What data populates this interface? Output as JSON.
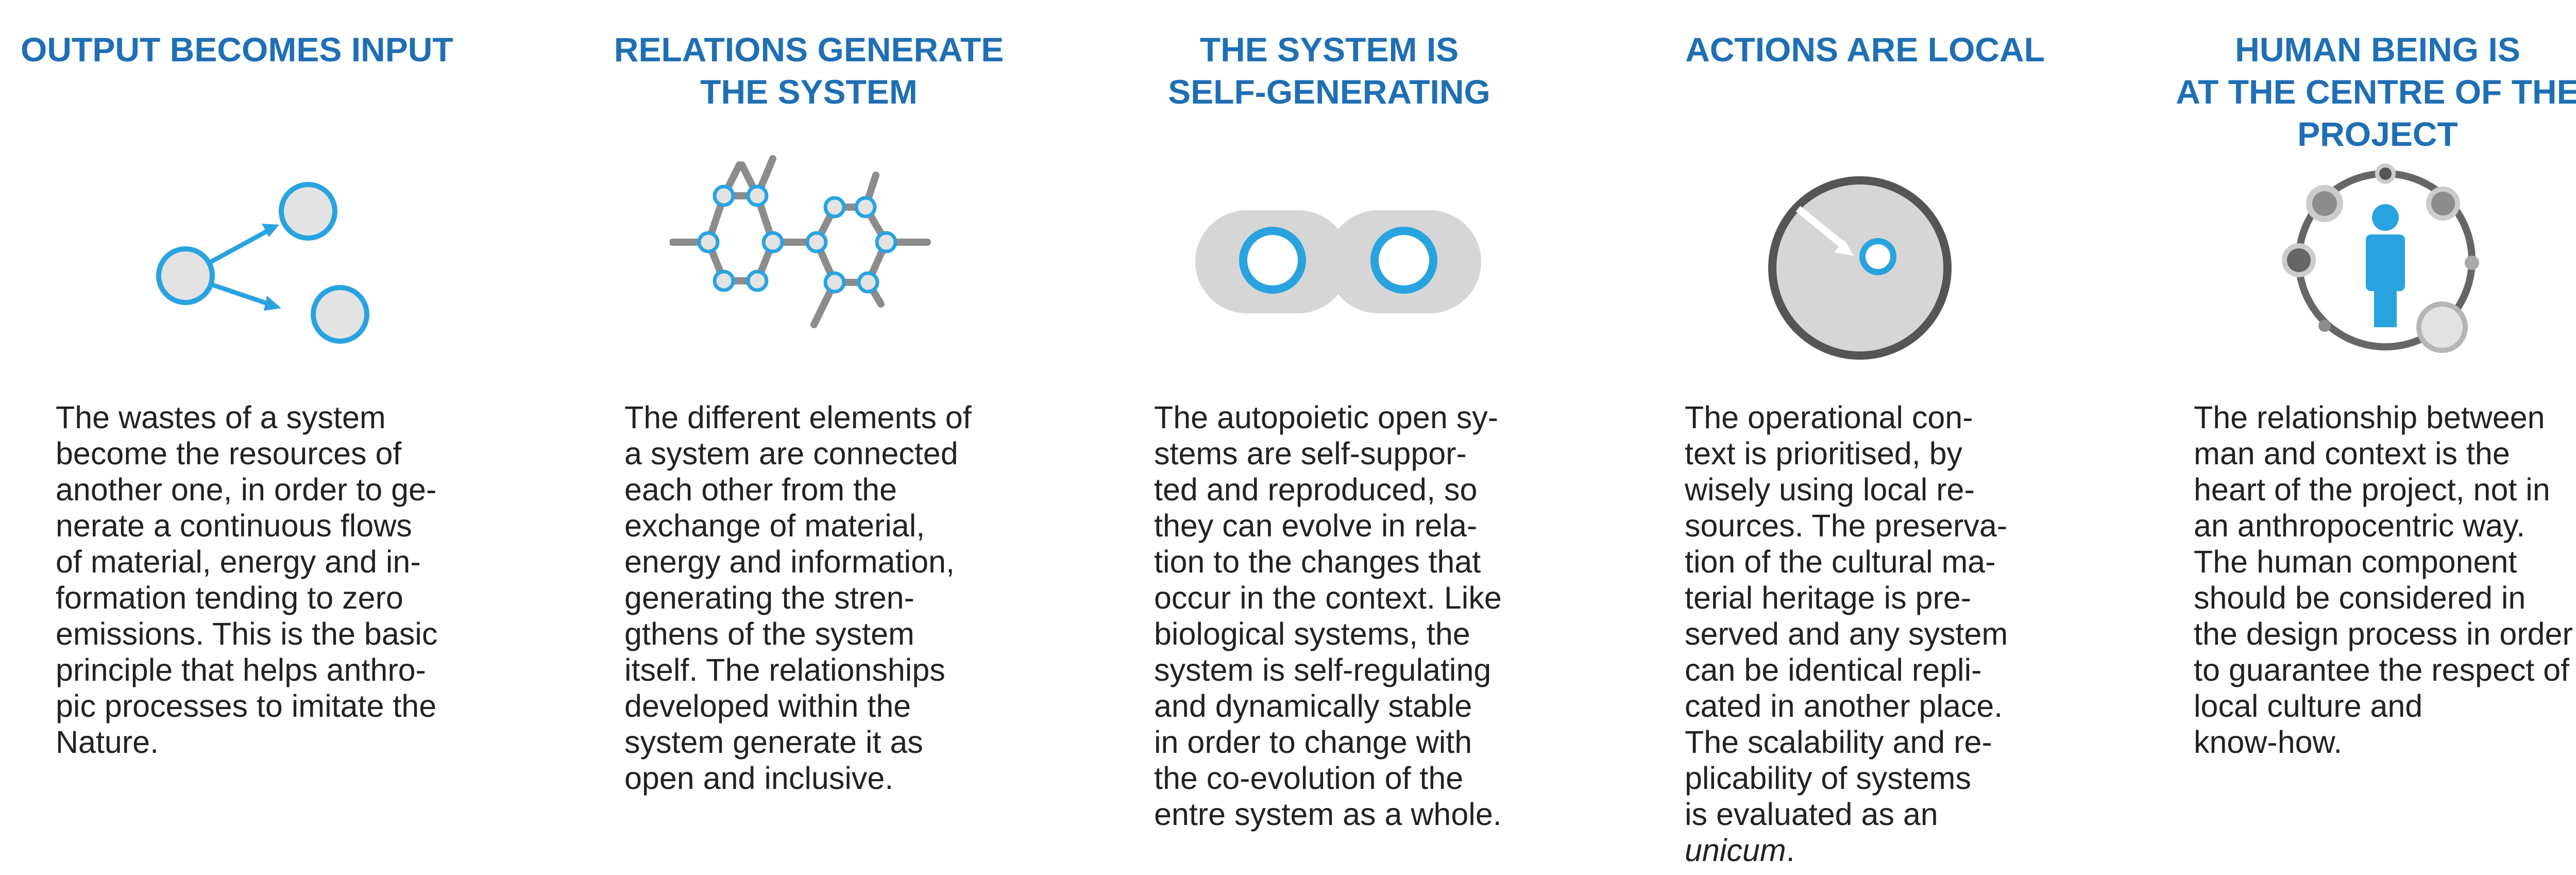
{
  "columns": [
    {
      "title_lines": [
        "OUTPUT BECOMES INPUT"
      ],
      "icon": "output-input-icon",
      "body_lines": [
        "The wastes of a system",
        "become the resources of",
        "another one, in order to ge-",
        "nerate a continuous flows",
        "of material, energy and in-",
        "formation tending to zero",
        "emissions. This is the basic",
        "principle that helps anthro-",
        "pic processes to imitate the",
        "Nature."
      ]
    },
    {
      "title_lines": [
        "RELATIONS GENERATE",
        "THE SYSTEM"
      ],
      "icon": "network-molecule-icon",
      "body_lines": [
        "The different elements of",
        "a system are connected",
        "each other from the",
        "exchange of material,",
        "energy and information,",
        "generating the stren-",
        "gthens of the system",
        "itself. The relationships",
        "developed within the",
        "system generate it as",
        "open and inclusive."
      ]
    },
    {
      "title_lines": [
        "THE SYSTEM IS",
        "SELF-GENERATING"
      ],
      "icon": "self-generating-icon",
      "body_lines": [
        "The autopoietic open sy-",
        "stems are self-suppor-",
        "ted and reproduced, so",
        "they can evolve in rela-",
        "tion to the changes that",
        "occur in the context. Like",
        "biological systems, the",
        "system is self-regulating",
        "and dynamically stable",
        "in order to change with",
        "the co-evolution of the",
        "entre system as a whole."
      ]
    },
    {
      "title_lines": [
        "ACTIONS ARE LOCAL"
      ],
      "icon": "local-target-icon",
      "body_lines": [
        "The operational con-",
        "text is prioritised, by",
        "wisely using local re-",
        "sources. The preserva-",
        "tion of the cultural ma-",
        "terial heritage is pre-",
        "served and any system",
        "can be identical repli-",
        "cated in another place.",
        "The scalability and re-",
        "plicability of systems",
        "is evaluated as an"
      ],
      "body_last_italic": "unicum",
      "body_last_suffix": "."
    },
    {
      "title_lines": [
        "HUMAN BEING IS",
        "AT THE CENTRE OF THE PROJECT"
      ],
      "icon": "human-centre-icon",
      "body_lines": [
        "The relationship between",
        "man and context is the",
        "heart of the project, not in",
        "an anthropocentric way.",
        "The human component",
        "should be considered in",
        "the design process in order",
        "to guarantee the respect of",
        "local culture and",
        "know-how."
      ]
    }
  ],
  "colors": {
    "title_blue": "#1f6fb4",
    "icon_blue": "#29a3e0",
    "icon_gray": "#8c8c8c",
    "text": "#222222"
  }
}
